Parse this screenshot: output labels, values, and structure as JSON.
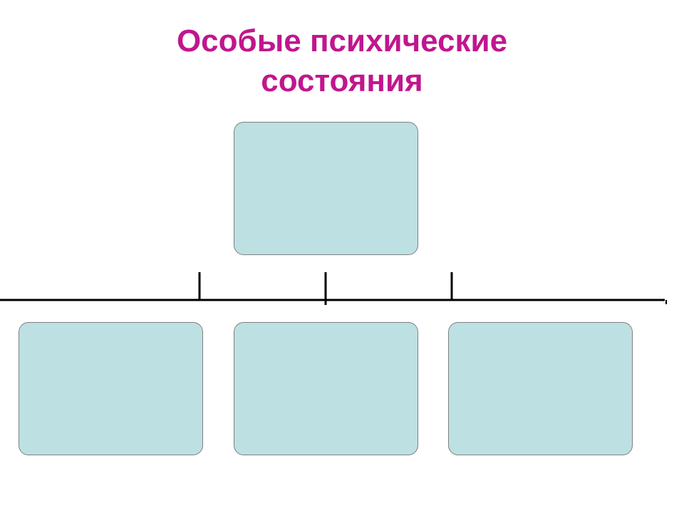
{
  "title": {
    "line1": "Особые психические",
    "line2": "состояния"
  },
  "colors": {
    "title": "#c0168e",
    "box_fill": "#bde0e3",
    "box_border": "#7f7f7f",
    "line": "#000000"
  },
  "diagram": {
    "nodes": [
      {
        "id": "top",
        "role": "root",
        "text": ""
      },
      {
        "id": "left",
        "role": "child",
        "text": ""
      },
      {
        "id": "middle",
        "role": "child",
        "text": ""
      },
      {
        "id": "right",
        "role": "child",
        "text": ""
      }
    ]
  }
}
